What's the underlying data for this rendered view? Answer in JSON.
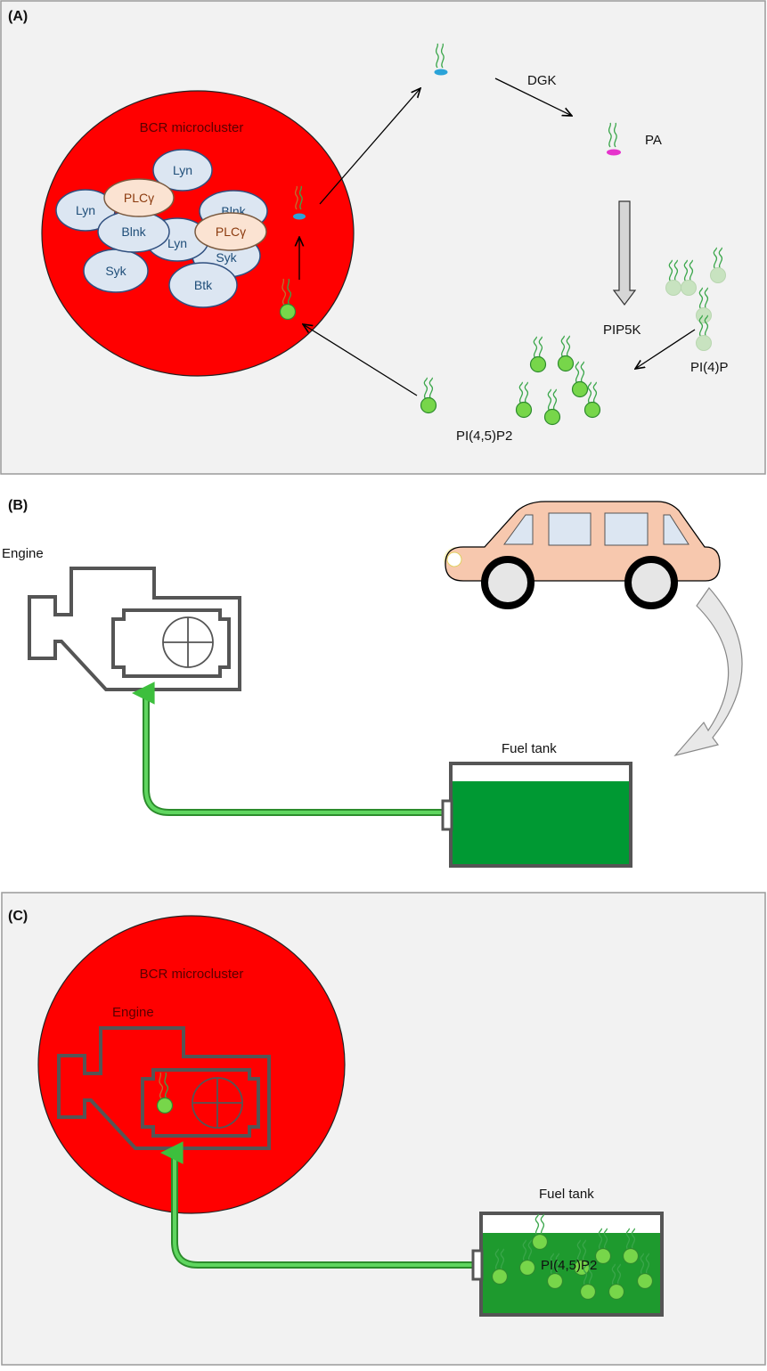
{
  "panels": {
    "a": {
      "label": "(A)"
    },
    "b": {
      "label": "(B)"
    },
    "c": {
      "label": "(C)"
    }
  },
  "panel_a": {
    "cluster_title": "BCR microcluster",
    "proteins": [
      "Lyn",
      "Lyn",
      "PLCγ",
      "Blnk",
      "Blnk",
      "Lyn",
      "PLCγ",
      "Syk",
      "Syk",
      "Btk"
    ],
    "enzymes": {
      "dgk": "DGK",
      "pip5k": "PIP5K"
    },
    "lipids": {
      "pa": "PA",
      "pi4p": "PI(4)P",
      "pip2": "PI(4,5)P2"
    }
  },
  "panel_b": {
    "engine_label": "Engine",
    "fuel_tank_label": "Fuel tank"
  },
  "panel_c": {
    "cluster_title": "BCR microcluster",
    "engine_label": "Engine",
    "fuel_tank_label": "Fuel tank",
    "pip2_label": "PI(4,5)P2"
  },
  "colors": {
    "cluster_red": "#ff0000",
    "protein_blue": "#dce6f2",
    "plc_peach": "#fbe3d2",
    "lipid_green": "#77d64a",
    "pi4p_pale": "#c8e3c0",
    "dag_blue": "#2aa3d8",
    "pa_magenta": "#e633cc",
    "fuel_green": "#009933",
    "pipe_green": "#3dbf3d",
    "car_peach": "#f7c8ae",
    "panel_bg": "#f2f2f2"
  }
}
